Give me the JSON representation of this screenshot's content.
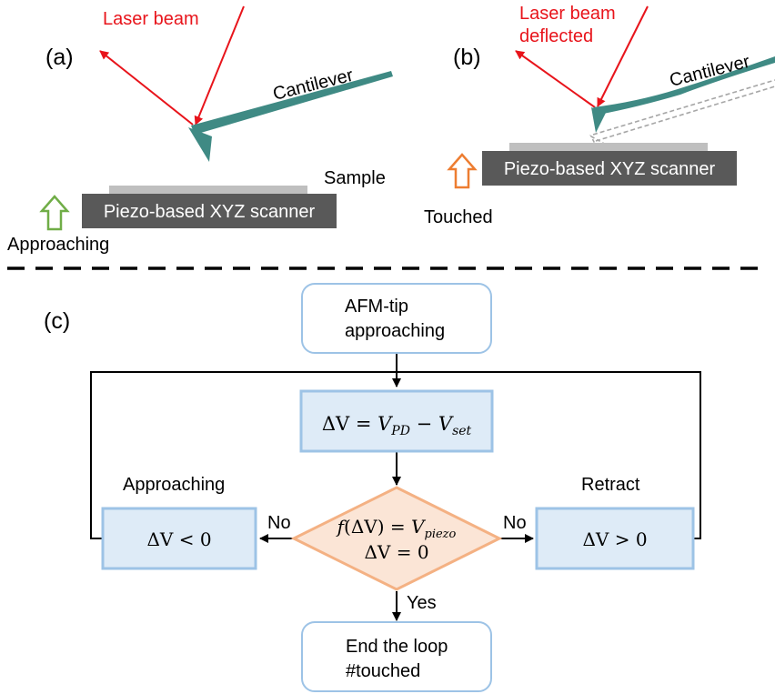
{
  "panel_a": {
    "letter": "(a)",
    "laser": "Laser beam",
    "cantilever": "Cantilever",
    "sample": "Sample",
    "scanner": "Piezo-based XYZ scanner",
    "status": "Approaching"
  },
  "panel_b": {
    "letter": "(b)",
    "laser_line1": "Laser beam",
    "laser_line2": "deflected",
    "cantilever": "Cantilever",
    "scanner": "Piezo-based XYZ scanner",
    "status": "Touched"
  },
  "panel_c": {
    "letter": "(c)",
    "start_line1": "AFM-tip",
    "start_line2": "approaching",
    "calc": {
      "delta": "ΔV",
      "eq": " = ",
      "v": "V",
      "pd": "PD",
      "minus": " − ",
      "set": "set"
    },
    "decision": {
      "f_open": "f",
      "paren_open": "(",
      "delta": "ΔV",
      "paren_close": ")",
      "eq": " = ",
      "v": "V",
      "piezo": "piezo",
      "line2": "ΔV = 0"
    },
    "left_label": "Approaching",
    "left_box": "ΔV < 0",
    "right_label": "Retract",
    "right_box": "ΔV > 0",
    "no_left": "No",
    "no_right": "No",
    "yes": "Yes",
    "end_line1": "End the loop",
    "end_line2": "#touched"
  },
  "colors": {
    "laser": "#e8141b",
    "label_red": "#e8141b",
    "cantilever": "#3f8a84",
    "scanner": "#595959",
    "sample": "#bfbfbf",
    "arrow_green": "#70ad47",
    "arrow_orange": "#ed7d31",
    "box_fill": "#deebf7",
    "box_stroke": "#9dc3e6",
    "diamond_fill": "#fbe5d6",
    "diamond_stroke": "#f4b183",
    "rounded_stroke": "#9dc3e6"
  }
}
